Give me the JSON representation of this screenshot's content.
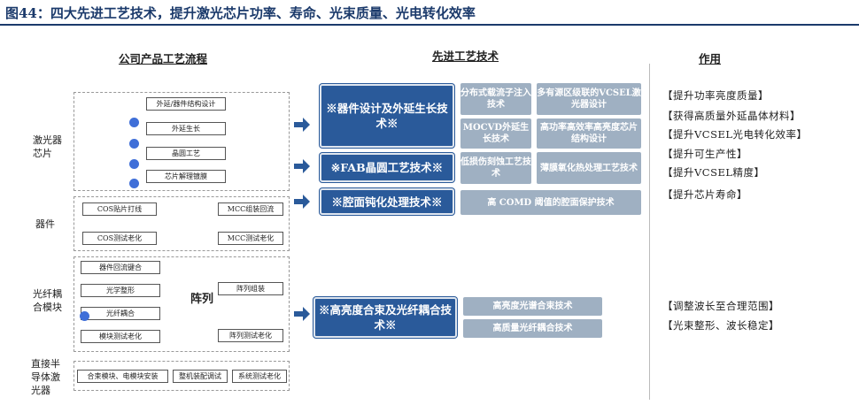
{
  "title": "图44：四大先进工艺技术，提升激光芯片功率、寿命、光束质量、光电转化效率",
  "headers": {
    "process": "公司产品工艺流程",
    "tech": "先进工艺技术",
    "effect": "作用"
  },
  "categories": {
    "chip": "激光器芯片",
    "device": "器件",
    "module": "光纤耦合模块",
    "direct": "直接半导体激光器"
  },
  "process": {
    "chip_steps": [
      "外延/器件结构设计",
      "外延生长",
      "晶圆工艺",
      "芯片解理镀膜"
    ],
    "device_left": [
      "COS贴片打线",
      "COS测试老化"
    ],
    "device_right": [
      "MCC组装回流",
      "MCC测试老化"
    ],
    "module_left": [
      "器件回流键合",
      "光学整形",
      "光纤耦合",
      "模块测试老化"
    ],
    "array_label": "阵列",
    "module_right": [
      "阵列组装",
      "阵列测试老化"
    ],
    "direct_steps": [
      "合束模块、电模块安装",
      "整机装配调试",
      "系统测试老化"
    ]
  },
  "tech": [
    {
      "label": "※器件设计及外延生长技术※",
      "subs": [
        "分布式载流子注入技术",
        "多有源区级联的VCSEL激光器设计",
        "MOCVD外延生长技术",
        "高功率高效率高亮度芯片结构设计"
      ]
    },
    {
      "label": "※FAB晶圆工艺技术※",
      "subs": [
        "低损伤刻蚀工艺技术",
        "薄膜氧化热处理工艺技术"
      ]
    },
    {
      "label": "※腔面钝化处理技术※",
      "subs": [
        "高 COMD 阈值的腔面保护技术"
      ]
    },
    {
      "label": "※高亮度合束及光纤耦合技术※",
      "subs": [
        "高亮度光谱合束技术",
        "高质量光纤耦合技术"
      ]
    }
  ],
  "effects": {
    "upper": [
      "【提升功率亮度质量】",
      "【获得高质量外延晶体材料】",
      "【提升VCSEL光电转化效率】",
      "【提升可生产性】",
      "【提升VCSEL精度】",
      "【提升芯片寿命】"
    ],
    "lower": [
      "【调整波长至合理范围】",
      "【光束整形、波长稳定】"
    ]
  },
  "colors": {
    "tech_box": "#2a5a9a",
    "sub_box": "#9fb0c2",
    "title": "#1b3a6b",
    "dot": "#3f6fd8"
  }
}
